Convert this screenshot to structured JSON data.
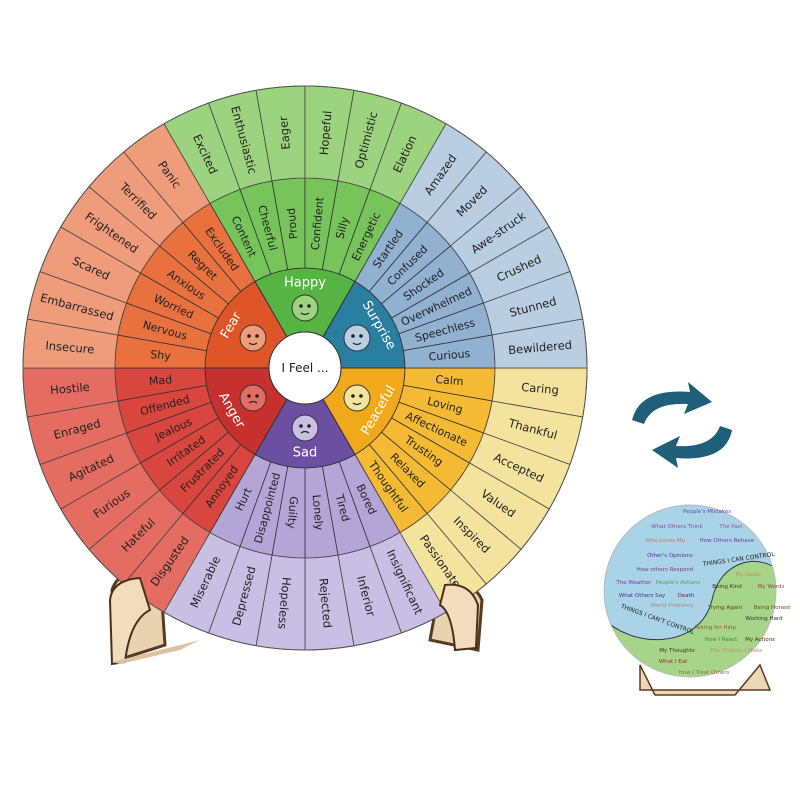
{
  "center_label": "I Feel ...",
  "emotions": [
    {
      "name": "Peaceful",
      "colors": [
        "#f1a91c",
        "#f5ba33",
        "#f4e39c"
      ],
      "middle": [
        "Calm",
        "Loving",
        "Affectionate",
        "Trusting",
        "Relaxed",
        "Thoughtful"
      ],
      "outer": [
        "Caring",
        "Thankful",
        "Accepted",
        "Valued",
        "Inspired",
        "Passionate"
      ]
    },
    {
      "name": "Sad",
      "colors": [
        "#6b50a2",
        "#b4a5d7",
        "#c9bee3"
      ],
      "middle": [
        "Bored",
        "Tired",
        "Lonely",
        "Guilty",
        "Disappointed",
        "Hurt"
      ],
      "outer": [
        "Insignificant",
        "Inferior",
        "Rejected",
        "Hopeless",
        "Depressed",
        "Miserable"
      ]
    },
    {
      "name": "Anger",
      "colors": [
        "#c6302d",
        "#d8463d",
        "#e46c61"
      ],
      "middle": [
        "Annoyed",
        "Frustrated",
        "Irritated",
        "Jealous",
        "Offended",
        "Mad"
      ],
      "outer": [
        "Disgusted",
        "Hateful",
        "Furious",
        "Agitated",
        "Enraged",
        "Hostile"
      ]
    },
    {
      "name": "Fear",
      "colors": [
        "#df5528",
        "#e8713d",
        "#ef9c7a"
      ],
      "middle": [
        "Shy",
        "Nervous",
        "Worried",
        "Anxious",
        "Regret",
        "Excluded"
      ],
      "outer": [
        "Insecure",
        "Embarrassed",
        "Scared",
        "Frightened",
        "Terrified",
        "Panic"
      ]
    },
    {
      "name": "Happy",
      "colors": [
        "#56b443",
        "#77c45b",
        "#9cd37e"
      ],
      "middle": [
        "Content",
        "Cheerful",
        "Proud",
        "Confident",
        "Silly",
        "Energetic"
      ],
      "outer": [
        "Excited",
        "Enthusiastic",
        "Eager",
        "Hopeful",
        "Optimistic",
        "Elation"
      ]
    },
    {
      "name": "Surprise",
      "colors": [
        "#2a7ea0",
        "#90b1d0",
        "#bacee1"
      ],
      "middle": [
        "Startled",
        "Confused",
        "Shocked",
        "Overwhelmed",
        "Speechless",
        "Curious"
      ],
      "outer": [
        "Amazed",
        "Moved",
        "Awe-struck",
        "Crushed",
        "Stunned",
        "Bewildered"
      ]
    }
  ],
  "rotate_icon": "circular-arrows-icon",
  "arrow_color": "#1f5f7a",
  "control_disc": {
    "cant_title": "THINGS I CAN'T CONTROL",
    "can_title": "THINGS I CAN CONTROL",
    "cant_items": [
      "People's Mistakes",
      "What Others Think",
      "The Past",
      "Who Loves Me",
      "How Others Behave",
      "Other's Opinions",
      "How others Respond",
      "The Weather",
      "People's Actions",
      "What Others Say",
      "Death",
      "World Problems"
    ],
    "can_items": [
      "My Goals",
      "Being Kind",
      "My Words",
      "Trying Again",
      "Being Honest",
      "Working Hard",
      "Asking for Help",
      "How I React",
      "My Actions",
      "My Thoughts",
      "The Choices I Make",
      "What I Eat",
      "How I Treat Others"
    ]
  }
}
